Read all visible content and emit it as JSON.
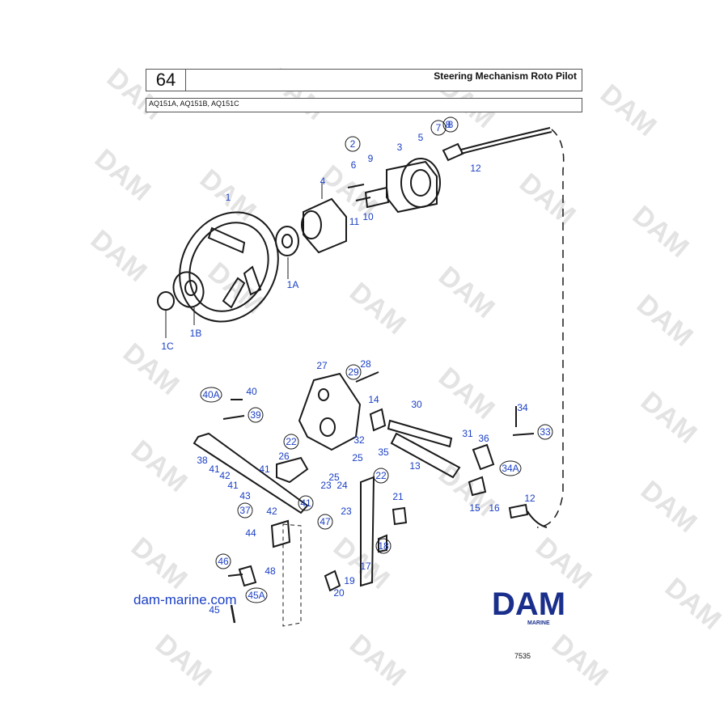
{
  "header": {
    "page_number": "64",
    "title": "Steering Mechanism Roto Pilot",
    "models": "AQ151A, AQ151B, AQ151C"
  },
  "footer": {
    "website": "dam-marine.com",
    "logo": "DAM",
    "logo_sub": "MARINE",
    "figure_number": "7535"
  },
  "watermark": "DAM",
  "colors": {
    "ink": "#1a1a1a",
    "callout_blue": "#1a3fc4",
    "logo_navy": "#1a2f8c",
    "watermark": "#e2e2e2"
  },
  "callouts": {
    "black": [
      "1",
      "1A",
      "1B",
      "1C",
      "3",
      "4",
      "5",
      "6",
      "8",
      "9",
      "10",
      "11",
      "12",
      "12",
      "13",
      "14",
      "15",
      "16",
      "17",
      "19",
      "20",
      "21",
      "23",
      "23",
      "24",
      "25",
      "25",
      "26",
      "27",
      "28",
      "30",
      "31",
      "32",
      "34",
      "35",
      "36",
      "38",
      "40",
      "41",
      "41",
      "41",
      "42",
      "42",
      "43",
      "44",
      "45",
      "48"
    ],
    "blue": [
      "2",
      "7",
      "8",
      "22",
      "22",
      "29",
      "33",
      "34A",
      "37",
      "39",
      "40A",
      "41",
      "45A",
      "46",
      "47",
      "18"
    ]
  }
}
